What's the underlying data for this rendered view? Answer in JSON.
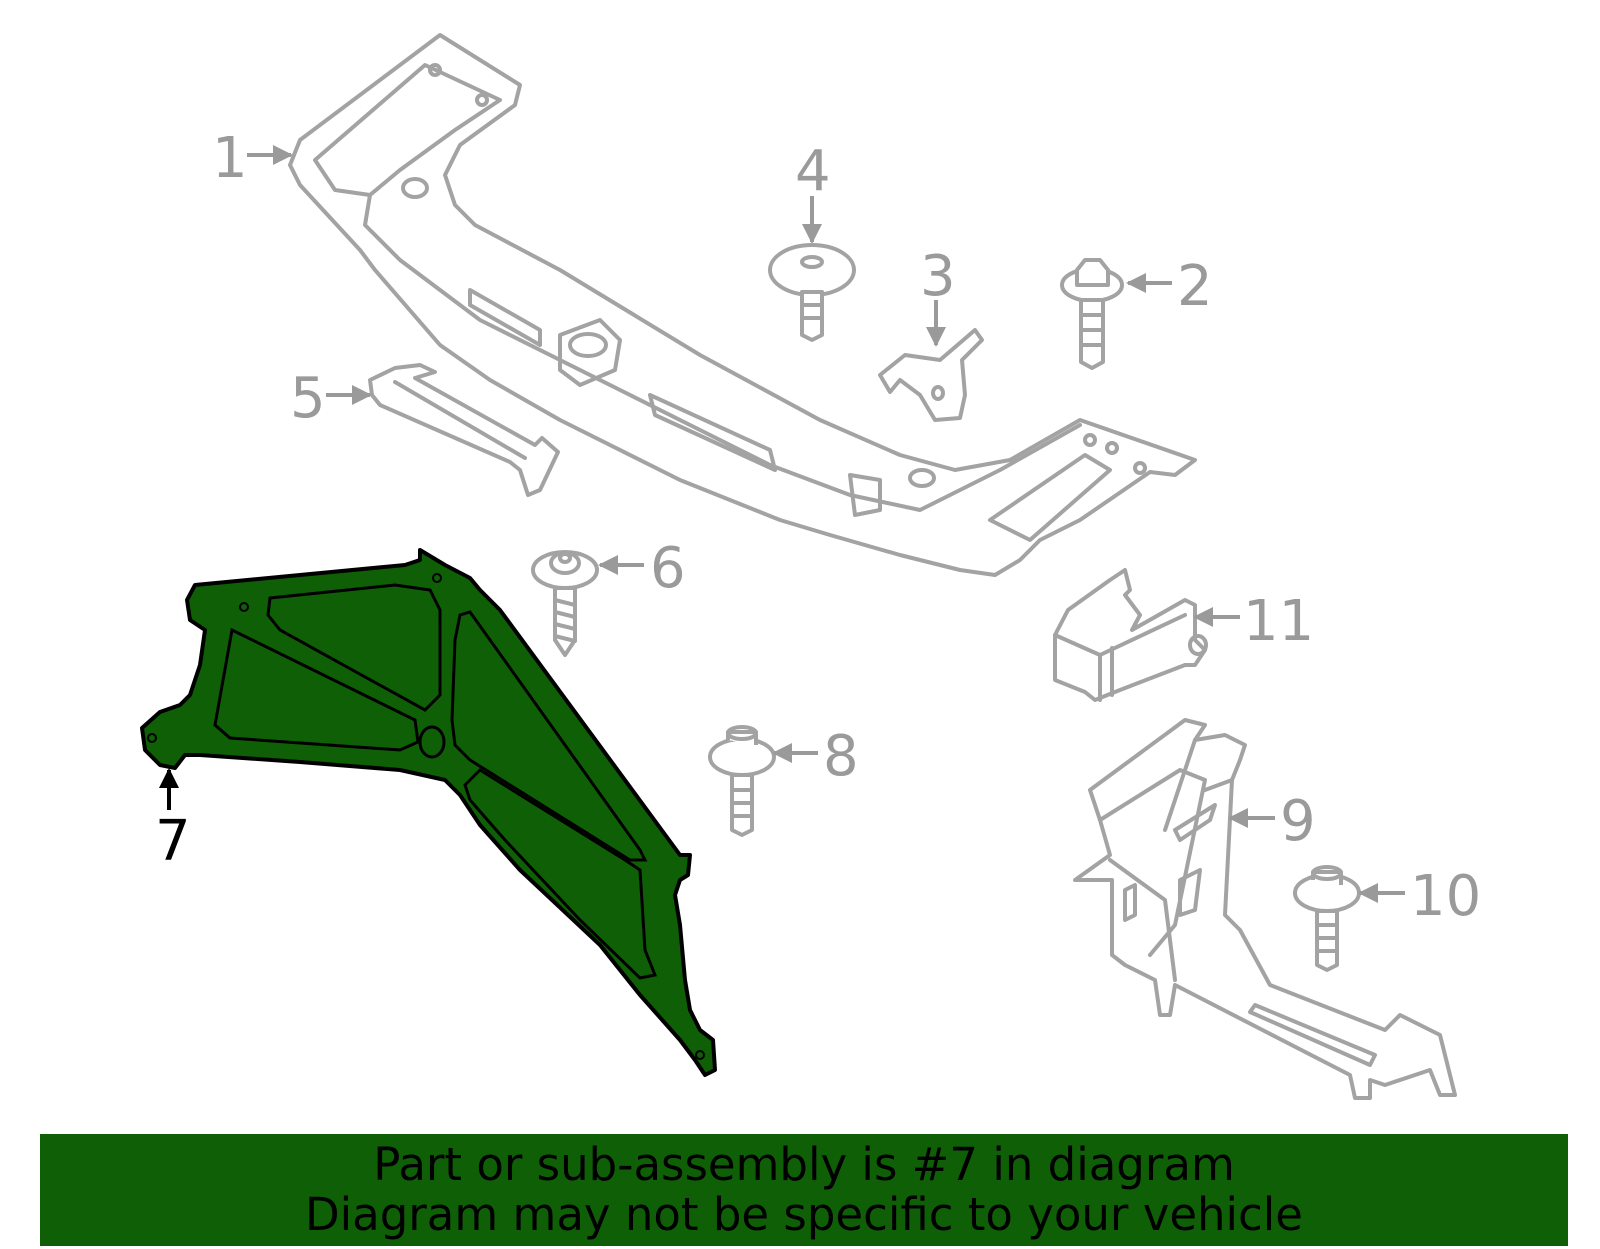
{
  "diagram": {
    "callouts": [
      {
        "id": "1",
        "label": "1"
      },
      {
        "id": "2",
        "label": "2"
      },
      {
        "id": "3",
        "label": "3"
      },
      {
        "id": "4",
        "label": "4"
      },
      {
        "id": "5",
        "label": "5"
      },
      {
        "id": "6",
        "label": "6"
      },
      {
        "id": "7",
        "label": "7"
      },
      {
        "id": "8",
        "label": "8"
      },
      {
        "id": "9",
        "label": "9"
      },
      {
        "id": "10",
        "label": "10"
      },
      {
        "id": "11",
        "label": "11"
      }
    ],
    "highlighted_part": "7",
    "colors": {
      "highlight_fill": "#0f5f07",
      "part_stroke": "#a3a3a3",
      "callout_text": "#9a9a9a",
      "banner_bg": "#0f5f07"
    }
  },
  "banner": {
    "line1": "Part or sub-assembly is #7 in diagram",
    "line2": "Diagram may not be specific to your vehicle"
  }
}
